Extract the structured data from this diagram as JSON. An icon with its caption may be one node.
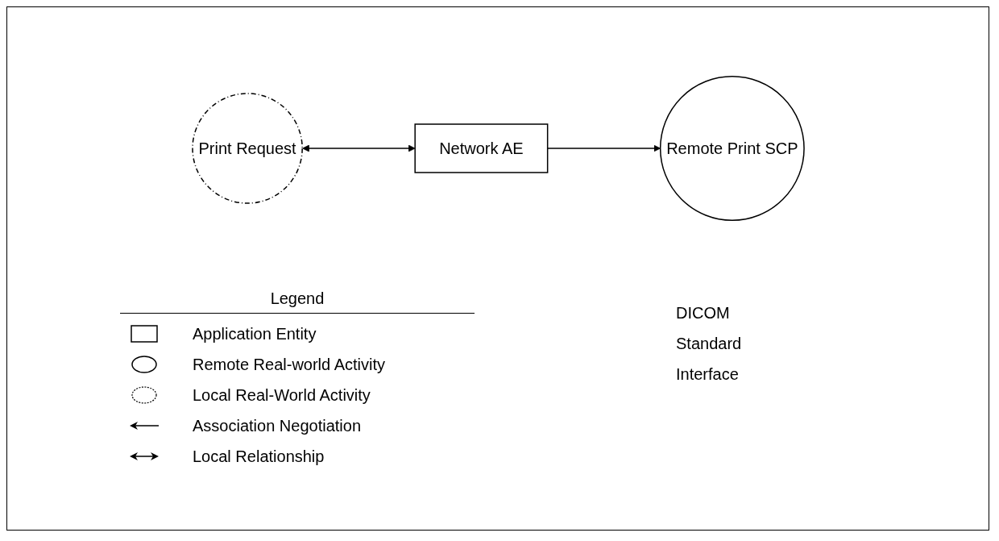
{
  "diagram": {
    "nodes": [
      {
        "text": [
          "Print Request"
        ]
      },
      {
        "text": [
          "Network AE"
        ]
      },
      {
        "text": [
          "Remote Print SCP"
        ]
      }
    ],
    "edges": [
      {
        "from": 0,
        "to": 1,
        "arrow": "both"
      },
      {
        "from": 1,
        "to": 2,
        "arrow": "to"
      }
    ],
    "labels": [
      "Legend",
      "DICOM Standard Interface"
    ],
    "legend": [
      {
        "text": "Application Entity"
      },
      {
        "text": "Remote Real-world Activity"
      },
      {
        "text": "Local Real-World Activity"
      },
      {
        "text": "Association Negotiation"
      },
      {
        "text": "Local Relationship"
      }
    ]
  }
}
